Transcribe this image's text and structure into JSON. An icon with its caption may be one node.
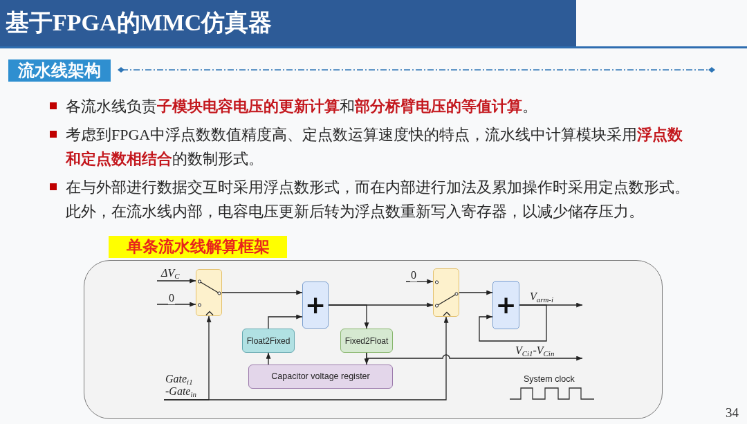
{
  "diagram": {
    "title": "基于FPGA的MMC仿真器",
    "nodes": [
      {
        "text": [
          "流水线架构"
        ]
      },
      {
        "text": [
          "单条流水线解算框架"
        ]
      },
      {
        "text": [],
        "shape": "box",
        "in": 1
      },
      {
        "text": [
          "+"
        ],
        "in": 1
      },
      {
        "text": [],
        "shape": "box",
        "in": 1
      },
      {
        "text": [
          "+"
        ],
        "in": 1
      },
      {
        "text": [
          "Float2Fixed"
        ],
        "in": 1
      },
      {
        "text": [
          "Fixed2Float"
        ],
        "in": 1
      },
      {
        "text": [
          "Capacitor voltage register"
        ],
        "in": 1
      }
    ],
    "edges": [
      {
        "from": null,
        "to": 2,
        "arrow": "to",
        "label": "ΔV$_{C}$"
      },
      {
        "from": null,
        "to": 2,
        "arrow": "to",
        "label": "0"
      },
      {
        "from": 2,
        "to": 3,
        "arrow": "to"
      },
      {
        "from": 6,
        "to": 3,
        "arrow": "to"
      },
      {
        "from": 8,
        "to": 6,
        "arrow": "to"
      },
      {
        "from": 3,
        "to": 4,
        "arrow": "to"
      },
      {
        "from": 3,
        "to": 7,
        "arrow": "to"
      },
      {
        "from": 7,
        "to": 8,
        "arrow": "to"
      },
      {
        "from": 7,
        "to": null,
        "arrow": "to",
        "label": "V$_{Ci1}$-V$_{Cin}$"
      },
      {
        "from": null,
        "to": 4,
        "arrow": "to",
        "label": "0"
      },
      {
        "from": 4,
        "to": 5,
        "arrow": "to"
      },
      {
        "from": 5,
        "to": null,
        "arrow": "to",
        "label": "V$_{arm-i}$"
      },
      {
        "from": 5,
        "to": 5,
        "arrow": "to"
      },
      {
        "from": null,
        "to": 2,
        "arrow": "to",
        "label": "Gate$_{i1}$ -Gate$_{in}$"
      },
      {
        "from": null,
        "to": 4,
        "arrow": "to"
      }
    ],
    "labels": [
      "各流水线负责**子模块电容电压的更新计算**和**部分桥臂电压的等值计算**。",
      "考虑到FPGA中浮点数数值精度高、定点数运算速度快的特点，流水线中计算模块采用**浮点数和定点数相结合**的数制形式。",
      "在与外部进行数据交互时采用浮点数形式，而在内部进行加法及累加操作时采用定点数形式。此外，在流水线内部，电容电压更新后转为浮点数重新写入寄存器，以减少储存压力。",
      "System clock",
      "34"
    ]
  }
}
